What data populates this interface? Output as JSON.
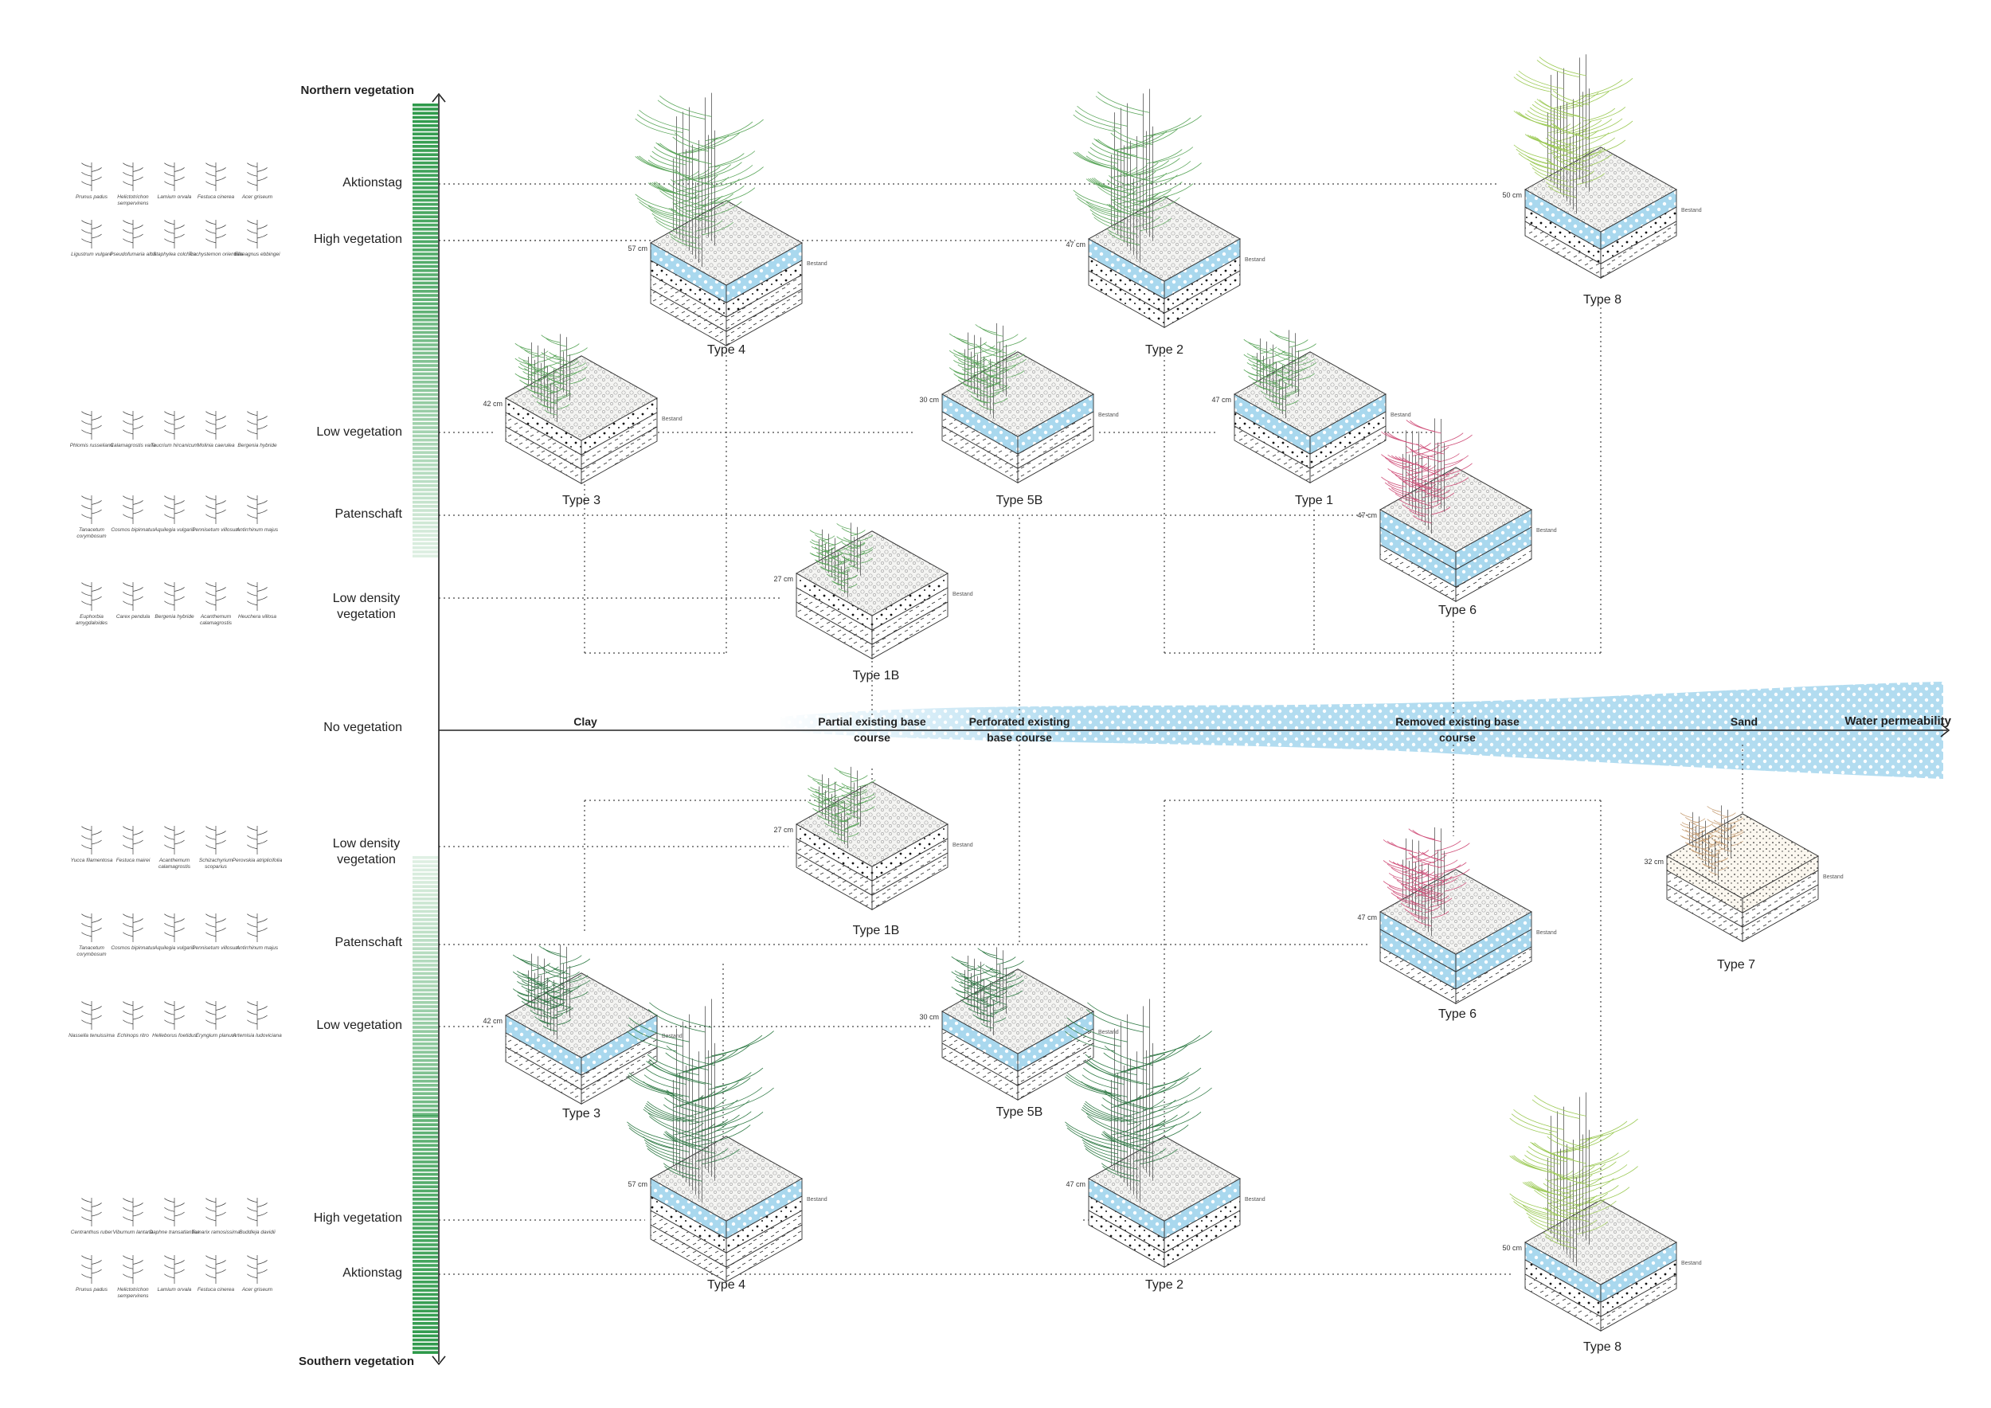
{
  "axis": {
    "north_label": "Northern vegetation",
    "south_label": "Southern vegetation",
    "x_label": "Water permeability"
  },
  "levels_north": [
    {
      "label": "Aktionstag"
    },
    {
      "label": "High vegetation"
    },
    {
      "label": "Low vegetation"
    },
    {
      "label": "Patenschaft"
    },
    {
      "label": "Low density vegetation"
    }
  ],
  "level_center": "No vegetation",
  "levels_south": [
    {
      "label": "Low density vegetation"
    },
    {
      "label": "Patenschaft"
    },
    {
      "label": "Low vegetation"
    },
    {
      "label": "High vegetation"
    },
    {
      "label": "Aktionstag"
    }
  ],
  "substrates": [
    {
      "label": "Clay"
    },
    {
      "label": "Partial existing base course"
    },
    {
      "label": "Perforated existing base course"
    },
    {
      "label": "Removed existing base course"
    },
    {
      "label": "Sand"
    }
  ],
  "types_north": [
    {
      "name": "Type 4",
      "depth": "57 cm"
    },
    {
      "name": "Type 2",
      "depth": "47 cm"
    },
    {
      "name": "Type 8",
      "depth": "50 cm"
    },
    {
      "name": "Type 3",
      "depth": "42 cm"
    },
    {
      "name": "Type 5B",
      "depth": "30 cm"
    },
    {
      "name": "Type 1",
      "depth": "47 cm"
    },
    {
      "name": "Type 6",
      "depth": "47 cm"
    },
    {
      "name": "Type 1B",
      "depth": "27 cm"
    }
  ],
  "types_south": [
    {
      "name": "Type 1B",
      "depth": "27 cm"
    },
    {
      "name": "Type 6",
      "depth": "47 cm"
    },
    {
      "name": "Type 7",
      "depth": "32 cm"
    },
    {
      "name": "Type 3",
      "depth": "42 cm"
    },
    {
      "name": "Type 5B",
      "depth": "30 cm"
    },
    {
      "name": "Type 4",
      "depth": "57 cm"
    },
    {
      "name": "Type 2",
      "depth": "47 cm"
    },
    {
      "name": "Type 8",
      "depth": "50 cm"
    }
  ],
  "bestand_label": "Bestand",
  "plants": {
    "n_aktion": [
      "Prunus padus",
      "Helictotrichon sempervirens",
      "Lamium orvala",
      "Festuca cinerea",
      "Acer griseum",
      "Ligustrum vulgare",
      "Pseudofumaria alba",
      "Staphylea colchica",
      "Trachystemon orientalis",
      "Elaeagnus ebbingei"
    ],
    "n_low": [
      "Phlomis russeliana",
      "Calamagrostis varia",
      "Teucrium hircanicum",
      "Molinia caerulea",
      "Bergenia hybride"
    ],
    "n_paten": [
      "Tanacetum corymbosum",
      "Cosmos bipinnatus",
      "Aquilegia vulgaris",
      "Pennisetum villosum",
      "Antirrhinum majus"
    ],
    "n_lowdens": [
      "Euphorbia amygdaloides",
      "Carex pendula",
      "Bergenia hybride",
      "Acanthemum calamagrostis",
      "Heuchera villosa"
    ],
    "s_lowdens": [
      "Yucca filamentosa",
      "Festuca mairei",
      "Acanthemum calamagrostis",
      "Schizachyrium scoparius",
      "Perovskia atriplicifolia"
    ],
    "s_paten": [
      "Tanacetum corymbosum",
      "Cosmos bipinnatus",
      "Aquilegia vulgaris",
      "Pennisetum villosum",
      "Antirrhinum majus"
    ],
    "s_low": [
      "Nassella tenuissima",
      "Echinops ritro",
      "Helleborus foetidus",
      "Eryngium planum",
      "Artemisia ludoviciana"
    ],
    "s_aktion": [
      "Centranthus ruber",
      "Viburnum lantana",
      "Daphne transatlantica",
      "Tamarix ramosissima",
      "Buddleja davidii",
      "Prunus padus",
      "Helictotrichon sempervirens",
      "Lamium orvala",
      "Festuca cinerea",
      "Acer griseum"
    ]
  },
  "colors": {
    "green_bar": "#2f9a4b",
    "water": "#8fcbe6",
    "plant_green": "#5aa65a",
    "plant_pink": "#d0507a",
    "axis": "#222222"
  }
}
